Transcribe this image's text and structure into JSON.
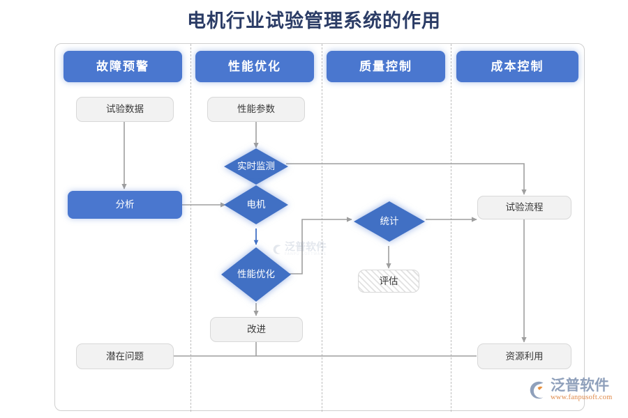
{
  "page": {
    "title": "电机行业试验管理系统的作用",
    "title_color": "#2b3c66",
    "background": "#ffffff"
  },
  "theme": {
    "accent_blue": "#4a77cf",
    "diamond_blue": "#4170c4",
    "box_gray": "#f2f2f2",
    "box_border": "#d8d8d8",
    "connector_gray": "#9e9e9e",
    "separator_gray": "#bdbdbd",
    "logo_blue": "#8fa0bb",
    "logo_orange": "#e08a4a"
  },
  "columns": [
    {
      "id": "col-fault",
      "header": "故障预警"
    },
    {
      "id": "col-performance",
      "header": "性能优化"
    },
    {
      "id": "col-quality",
      "header": "质量控制"
    },
    {
      "id": "col-cost",
      "header": "成本控制"
    }
  ],
  "nodes": {
    "test_data": {
      "label": "试验数据",
      "shape": "rounded-box",
      "style": "gray"
    },
    "perf_params": {
      "label": "性能参数",
      "shape": "rounded-box",
      "style": "gray"
    },
    "realtime_monitor": {
      "label": "实时监测",
      "shape": "diamond",
      "style": "blue"
    },
    "analysis": {
      "label": "分析",
      "shape": "rounded-box",
      "style": "blue"
    },
    "motor": {
      "label": "电机",
      "shape": "diamond",
      "style": "blue"
    },
    "statistics": {
      "label": "统计",
      "shape": "diamond",
      "style": "blue"
    },
    "test_process": {
      "label": "试验流程",
      "shape": "rounded-box",
      "style": "gray"
    },
    "perf_optimize": {
      "label": "性能优化",
      "shape": "diamond",
      "style": "blue"
    },
    "evaluation": {
      "label": "评估",
      "shape": "rounded-box",
      "style": "gray-hatched"
    },
    "improvement": {
      "label": "改进",
      "shape": "rounded-box",
      "style": "gray"
    },
    "potential_issues": {
      "label": "潜在问题",
      "shape": "rounded-box",
      "style": "gray"
    },
    "resource_usage": {
      "label": "资源利用",
      "shape": "rounded-box",
      "style": "gray"
    }
  },
  "edges": [
    {
      "from": "test_data",
      "to": "analysis",
      "style": "straight-down"
    },
    {
      "from": "perf_params",
      "to": "realtime_monitor",
      "style": "straight-down"
    },
    {
      "from": "realtime_monitor",
      "to": "test_process",
      "style": "right-then-down"
    },
    {
      "from": "analysis",
      "to": "motor",
      "style": "straight-right"
    },
    {
      "from": "motor",
      "to": "perf_optimize",
      "style": "straight-down-blue"
    },
    {
      "from": "perf_optimize",
      "to": "statistics",
      "style": "right-up-right"
    },
    {
      "from": "perf_optimize",
      "to": "improvement",
      "style": "straight-down"
    },
    {
      "from": "statistics",
      "to": "test_process",
      "style": "straight-right"
    },
    {
      "from": "statistics",
      "to": "evaluation",
      "style": "straight-down"
    },
    {
      "from": "test_process",
      "to": "resource_usage",
      "style": "straight-down"
    },
    {
      "from": "resource_usage",
      "to": "potential_issues",
      "style": "straight-left"
    },
    {
      "from": "improvement",
      "to": "potential_issues",
      "style": "down-then-left"
    }
  ],
  "watermark": {
    "brand": "泛普软件",
    "sub": "FANPU SOFTWARE"
  },
  "logo": {
    "brand": "泛普软件",
    "url": "www.fanpusoft.com"
  }
}
